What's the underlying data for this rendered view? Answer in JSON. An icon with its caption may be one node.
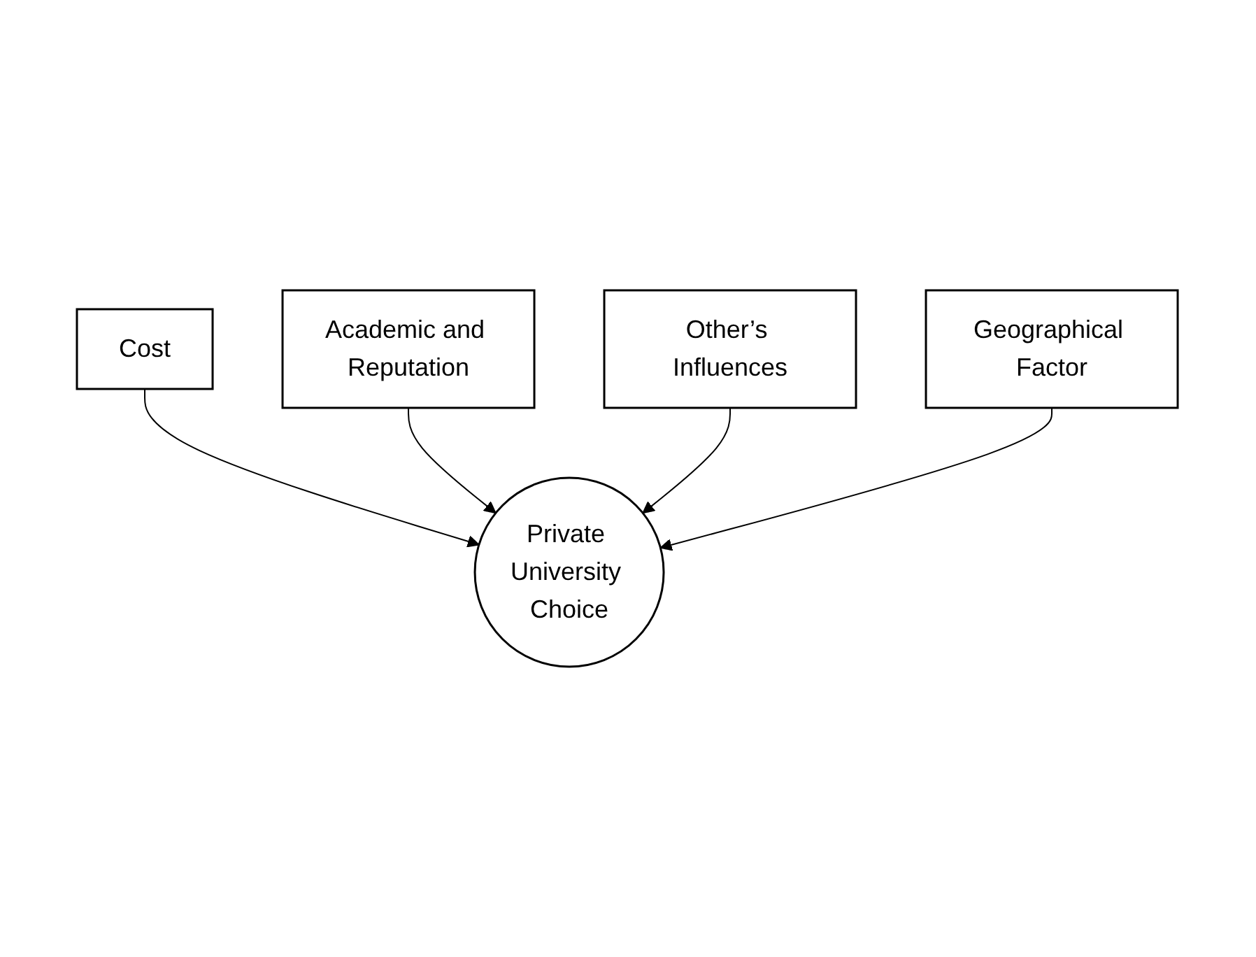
{
  "diagram": {
    "nodes": [
      {
        "text": [
          "Cost"
        ]
      },
      {
        "text": [
          "Academic and Reputation"
        ]
      },
      {
        "text": [
          "Private University Choice"
        ]
      },
      {
        "text": [
          "Other’s Influences"
        ]
      },
      {
        "text": [
          "Geographical Factor"
        ]
      }
    ],
    "edges": [
      {
        "from": 0,
        "to": 2,
        "arrow": "to"
      },
      {
        "from": 1,
        "to": 2,
        "arrow": "to"
      },
      {
        "from": 3,
        "to": 2,
        "arrow": "to"
      },
      {
        "from": 4,
        "to": 2,
        "arrow": "to"
      }
    ]
  }
}
